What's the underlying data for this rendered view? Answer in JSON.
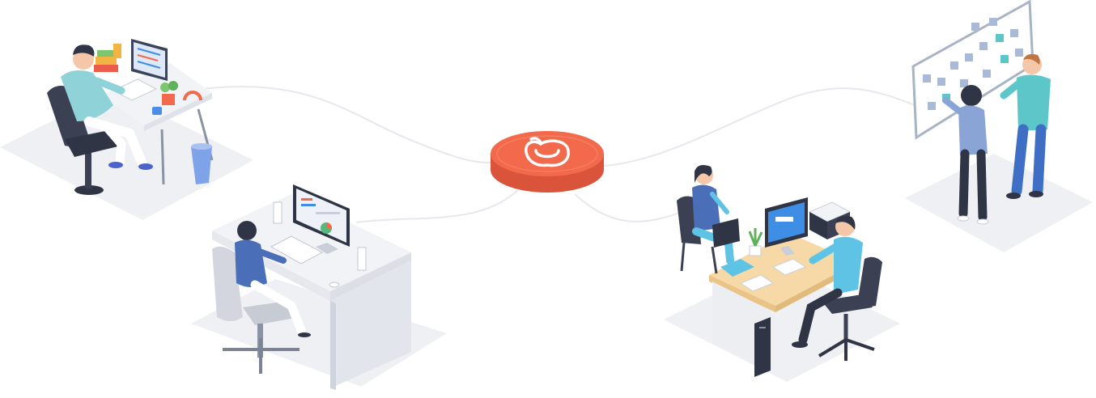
{
  "scene": {
    "colors": {
      "accent": "#f26a4b",
      "accent_dark": "#d9543a",
      "floor": "#eff0f3",
      "connector": "#e6e8ee",
      "desk_white": "#f2f3f6",
      "desk_wood": "#f6d9a6",
      "shirt_blue": "#5fc3e6",
      "shirt_teal": "#5cc6c9",
      "dark": "#2f3545",
      "monitor_blue": "#3e8ee6"
    },
    "hub": {
      "icon": "apple-logo-icon"
    },
    "stations": [
      {
        "name": "developer-desk"
      },
      {
        "name": "analyst-desk"
      },
      {
        "name": "office-pair-desk"
      },
      {
        "name": "kanban-board"
      }
    ]
  }
}
